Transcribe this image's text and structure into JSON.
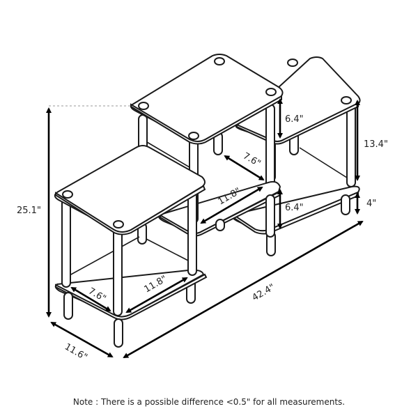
{
  "product": {
    "description": "Multi-tier staggered shelf unit with round posts, isometric dimension drawing",
    "line_color": "#1a1a1a",
    "background": "#ffffff"
  },
  "dimensions": {
    "total_height": "25.1\"",
    "total_width": "42.4\"",
    "depth": "11.6\"",
    "shelf_width_lower": "11.8\"",
    "shelf_depth_lower": "7.6\"",
    "shelf_width_middle": "11.8\"",
    "shelf_depth_middle": "7.6\"",
    "top_clearance": "6.4\"",
    "middle_clearance": "6.4\"",
    "right_tier_clearance": "13.4\"",
    "bottom_clearance": "4\""
  },
  "note": "Note : There is a possible difference <0.5\" for all measurements."
}
